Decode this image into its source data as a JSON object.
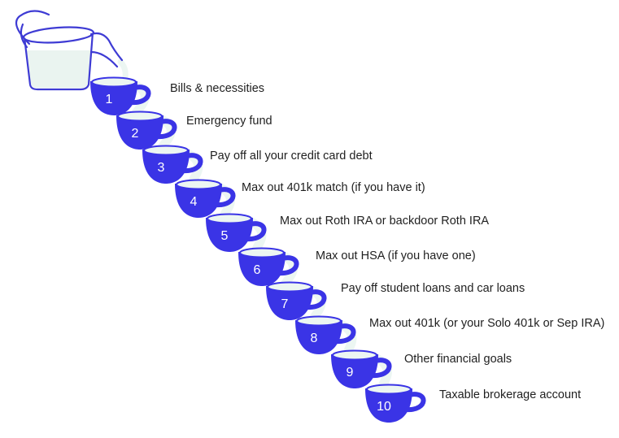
{
  "colors": {
    "cup": "#3a34e6",
    "liquid": "#ecf6f2",
    "pitcher_stroke": "#3e3bd4",
    "text": "#1f1f1f"
  },
  "steps": [
    {
      "number": "1",
      "label": "Bills & necessities"
    },
    {
      "number": "2",
      "label": "Emergency fund"
    },
    {
      "number": "3",
      "label": "Pay off all your credit card debt"
    },
    {
      "number": "4",
      "label": "Max out 401k match (if you have it)"
    },
    {
      "number": "5",
      "label": "Max out Roth IRA or backdoor Roth IRA"
    },
    {
      "number": "6",
      "label": "Max out HSA (if you have one)"
    },
    {
      "number": "7",
      "label": "Pay off student loans and car loans"
    },
    {
      "number": "8",
      "label": "Max out 401k (or your Solo 401k or Sep IRA)"
    },
    {
      "number": "9",
      "label": "Other financial goals"
    },
    {
      "number": "10",
      "label": "Taxable brokerage account"
    }
  ]
}
